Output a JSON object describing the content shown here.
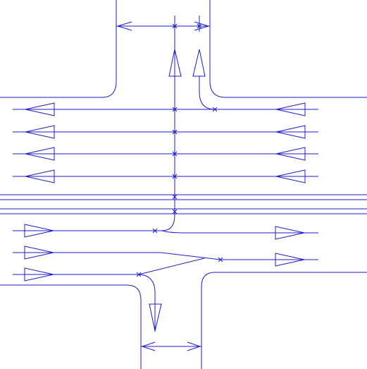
{
  "diagram": {
    "type": "road-intersection-lane-diagram",
    "line_color": "#1c1ccc",
    "background": "#ffffff"
  },
  "north_approach": {
    "lanes": [
      {
        "name": "inbound-straight",
        "direction": "up"
      },
      {
        "name": "inbound-right-turn",
        "direction": "up"
      }
    ],
    "width_dimension": "double-headed"
  },
  "south_approach": {
    "lanes": [
      {
        "name": "outbound-left-turn",
        "direction": "down"
      }
    ],
    "width_dimension": "double-headed"
  },
  "westbound_lanes": [
    {
      "name": "westbound-lane-1",
      "direction": "left"
    },
    {
      "name": "westbound-lane-2",
      "direction": "left"
    },
    {
      "name": "westbound-lane-3",
      "direction": "left"
    },
    {
      "name": "westbound-lane-4",
      "direction": "left"
    }
  ],
  "eastbound_lanes": [
    {
      "name": "eastbound-lane-1",
      "direction": "right"
    },
    {
      "name": "eastbound-lane-2",
      "direction": "right"
    },
    {
      "name": "eastbound-lane-3",
      "direction": "right"
    }
  ],
  "median": {
    "lines": 4
  }
}
